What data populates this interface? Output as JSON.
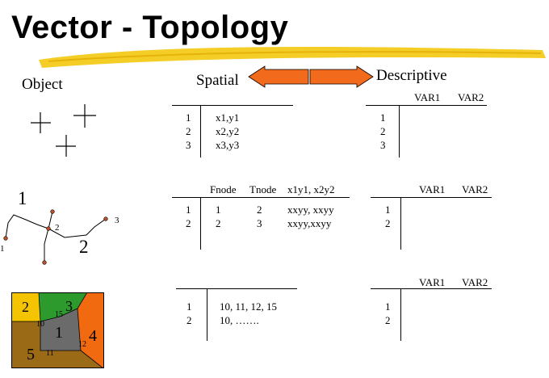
{
  "title": "Vector - Topology",
  "labels": {
    "object": "Object",
    "spatial": "Spatial",
    "descriptive": "Descriptive"
  },
  "var_headers": [
    "VAR1",
    "VAR2"
  ],
  "points_table": {
    "ids": [
      "1",
      "2",
      "3"
    ],
    "coords": [
      "x1,y1",
      "x2,y2",
      "x3,y3"
    ],
    "desc_ids": [
      "1",
      "2",
      "3"
    ]
  },
  "lines_table": {
    "headers": [
      "Fnode",
      "Tnode",
      "x1y1, x2y2"
    ],
    "ids": [
      "1",
      "2"
    ],
    "fnode": [
      "1",
      "2"
    ],
    "tnode": [
      "2",
      "3"
    ],
    "coords": [
      "xxyy, xxyy",
      "xxyy,xxyy"
    ],
    "desc_ids": [
      "1",
      "2"
    ]
  },
  "polygons_table": {
    "ids": [
      "1",
      "2"
    ],
    "arcs": [
      "10, 11, 12, 15",
      "10, ……."
    ],
    "desc_ids": [
      "1",
      "2"
    ]
  },
  "line_diagram_labels": {
    "node1": "1",
    "node2": "2",
    "node3": "3",
    "arc1": "1",
    "arc2": "2"
  },
  "polygon_diagram_labels": {
    "poly1": "1",
    "poly2": "2",
    "poly3": "3",
    "poly4": "4",
    "poly5": "5",
    "arc10": "10",
    "arc11": "11",
    "arc12": "12",
    "arc15": "15"
  },
  "colors": {
    "highlight": "#f2c600",
    "arrow": "#f26a1b",
    "poly_yellow": "#f5c400",
    "poly_green": "#2c9a2c",
    "poly_orange": "#f26a10",
    "poly_brown": "#9a6a17",
    "poly_gray": "#6b6b6b",
    "node_fill": "#c0502a"
  }
}
